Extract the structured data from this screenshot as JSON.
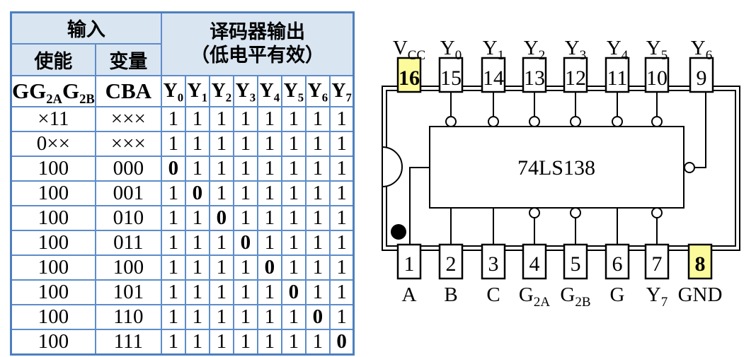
{
  "colors": {
    "table_outer_border": "#4e7fbd",
    "table_inner_border": "#5e8cc9",
    "table_header_bg": "#d9e5f1",
    "active_low_zero_red": "#fe0000",
    "pin_highlight_yellow": "#fbfb9b",
    "line_black": "#000000"
  },
  "table": {
    "header": {
      "input": "输入",
      "enable": "使能",
      "variable": "变量",
      "output_line1": "译码器输出",
      "output_line2": "（低电平有效）",
      "enable_signals": [
        {
          "t": "G"
        },
        {
          "t": "G",
          "sub": "2A"
        },
        {
          "t": "G",
          "sub": "2B"
        }
      ],
      "variable_signals": "CBA",
      "outputs": [
        {
          "t": "Y",
          "sub": "0"
        },
        {
          "t": "Y",
          "sub": "1"
        },
        {
          "t": "Y",
          "sub": "2"
        },
        {
          "t": "Y",
          "sub": "3"
        },
        {
          "t": "Y",
          "sub": "4"
        },
        {
          "t": "Y",
          "sub": "5"
        },
        {
          "t": "Y",
          "sub": "6"
        },
        {
          "t": "Y",
          "sub": "7"
        }
      ]
    },
    "rows": [
      {
        "enable": "×11",
        "variable": "×××",
        "y": [
          "1",
          "1",
          "1",
          "1",
          "1",
          "1",
          "1",
          "1"
        ]
      },
      {
        "enable": "0××",
        "variable": "×××",
        "y": [
          "1",
          "1",
          "1",
          "1",
          "1",
          "1",
          "1",
          "1"
        ]
      },
      {
        "enable": "100",
        "variable": "000",
        "y": [
          "0",
          "1",
          "1",
          "1",
          "1",
          "1",
          "1",
          "1"
        ]
      },
      {
        "enable": "100",
        "variable": "001",
        "y": [
          "1",
          "0",
          "1",
          "1",
          "1",
          "1",
          "1",
          "1"
        ]
      },
      {
        "enable": "100",
        "variable": "010",
        "y": [
          "1",
          "1",
          "0",
          "1",
          "1",
          "1",
          "1",
          "1"
        ]
      },
      {
        "enable": "100",
        "variable": "011",
        "y": [
          "1",
          "1",
          "1",
          "0",
          "1",
          "1",
          "1",
          "1"
        ]
      },
      {
        "enable": "100",
        "variable": "100",
        "y": [
          "1",
          "1",
          "1",
          "1",
          "0",
          "1",
          "1",
          "1"
        ]
      },
      {
        "enable": "100",
        "variable": "101",
        "y": [
          "1",
          "1",
          "1",
          "1",
          "1",
          "0",
          "1",
          "1"
        ]
      },
      {
        "enable": "100",
        "variable": "110",
        "y": [
          "1",
          "1",
          "1",
          "1",
          "1",
          "1",
          "0",
          "1"
        ]
      },
      {
        "enable": "100",
        "variable": "111",
        "y": [
          "1",
          "1",
          "1",
          "1",
          "1",
          "1",
          "1",
          "0"
        ]
      }
    ]
  },
  "ic": {
    "chip_label": "74LS138",
    "pins_top": [
      {
        "num": "16",
        "label": [
          {
            "t": "V",
            "sub": "CC"
          }
        ],
        "highlight": true
      },
      {
        "num": "15",
        "label": [
          {
            "t": "Y",
            "sub": "0"
          }
        ],
        "highlight": false
      },
      {
        "num": "14",
        "label": [
          {
            "t": "Y",
            "sub": "1"
          }
        ],
        "highlight": false
      },
      {
        "num": "13",
        "label": [
          {
            "t": "Y",
            "sub": "2"
          }
        ],
        "highlight": false
      },
      {
        "num": "12",
        "label": [
          {
            "t": "Y",
            "sub": "3"
          }
        ],
        "highlight": false
      },
      {
        "num": "11",
        "label": [
          {
            "t": "Y",
            "sub": "4"
          }
        ],
        "highlight": false
      },
      {
        "num": "10",
        "label": [
          {
            "t": "Y",
            "sub": "5"
          }
        ],
        "highlight": false
      },
      {
        "num": "9",
        "label": [
          {
            "t": "Y",
            "sub": "6"
          }
        ],
        "highlight": false
      }
    ],
    "pins_bottom": [
      {
        "num": "1",
        "label": [
          {
            "t": "A"
          }
        ],
        "highlight": false
      },
      {
        "num": "2",
        "label": [
          {
            "t": "B"
          }
        ],
        "highlight": false
      },
      {
        "num": "3",
        "label": [
          {
            "t": "C"
          }
        ],
        "highlight": false
      },
      {
        "num": "4",
        "label": [
          {
            "t": "G",
            "sub": "2A"
          }
        ],
        "highlight": false
      },
      {
        "num": "5",
        "label": [
          {
            "t": "G",
            "sub": "2B"
          }
        ],
        "highlight": false
      },
      {
        "num": "6",
        "label": [
          {
            "t": "G"
          }
        ],
        "highlight": false
      },
      {
        "num": "7",
        "label": [
          {
            "t": "Y",
            "sub": "7"
          }
        ],
        "highlight": false
      },
      {
        "num": "8",
        "label": [
          {
            "t": "GND"
          }
        ],
        "highlight": true
      }
    ]
  }
}
